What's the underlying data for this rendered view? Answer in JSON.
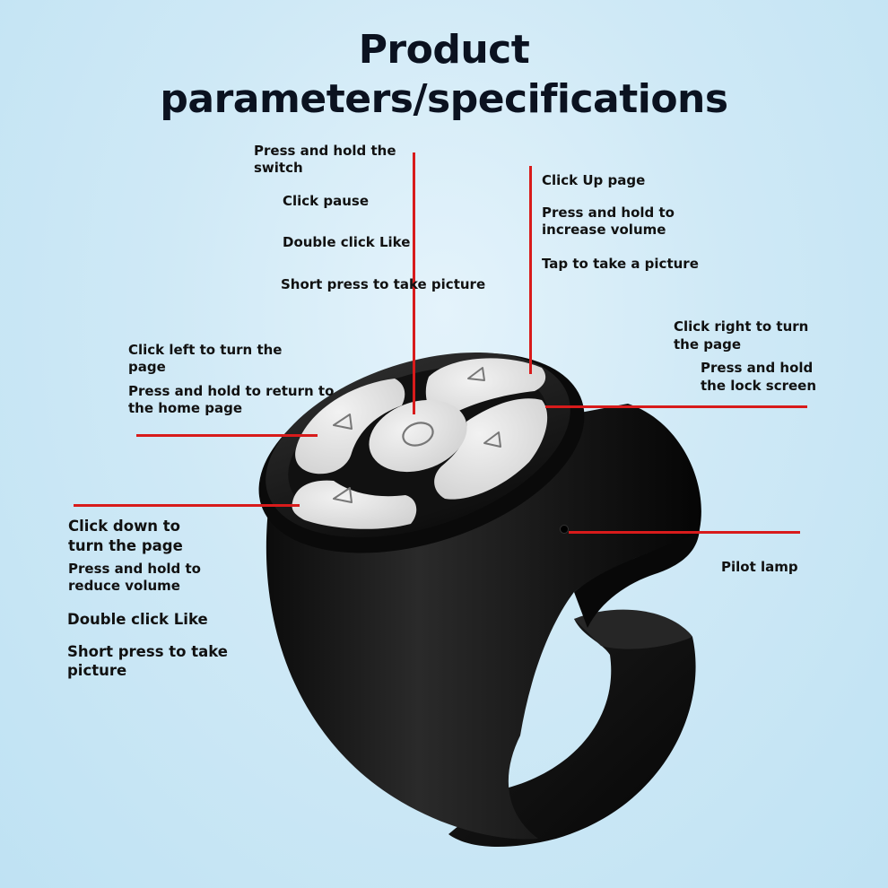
{
  "title": {
    "line1": "Product",
    "line2": "parameters/specifications"
  },
  "callouts": {
    "top": {
      "line1": "Press and hold the",
      "line2": "switch",
      "line3": "Click pause",
      "line4": "Double click Like",
      "line5": "Short press to take picture"
    },
    "up": {
      "line1": "Click Up page",
      "line2": "Press and hold to",
      "line3": "increase volume",
      "line4": "Tap to take a picture"
    },
    "left": {
      "line1": "Click left to turn the",
      "line2": "page",
      "line3": "Press and hold to return to",
      "line4": "the home page"
    },
    "right": {
      "line1": "Click right to turn",
      "line2": "the page",
      "line3": "Press and hold",
      "line4": "the lock screen"
    },
    "down": {
      "line1": "Click down to",
      "line2": "turn the page",
      "line3": "Press and hold to",
      "line4": "reduce volume",
      "line5": "Double click Like",
      "line6": "Short press to take",
      "line7": "picture"
    },
    "lamp": {
      "line1": "Pilot lamp"
    }
  },
  "colors": {
    "background": "#cfe9f6",
    "leader_line": "#d81b1b",
    "device_body": "#141414",
    "button_fill": "#e6e6e6"
  },
  "icons": {
    "center_button": "circle-icon",
    "direction_buttons": "triangle-icon"
  }
}
